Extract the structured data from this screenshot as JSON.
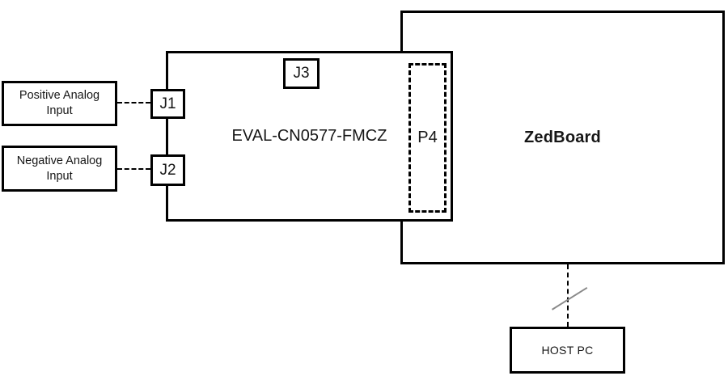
{
  "diagram": {
    "type": "block-diagram",
    "blocks": {
      "positive_input": {
        "label": "Positive Analog Input"
      },
      "negative_input": {
        "label": "Negative Analog Input"
      },
      "j1": {
        "label": "J1"
      },
      "j2": {
        "label": "J2"
      },
      "j3": {
        "label": "J3"
      },
      "eval_board": {
        "label": "EVAL-CN0577-FMCZ"
      },
      "p4": {
        "label": "P4"
      },
      "zedboard": {
        "label": "ZedBoard"
      },
      "host_pc": {
        "label": "HOST PC"
      }
    },
    "connections": [
      {
        "from": "positive_input",
        "to": "j1",
        "style": "dashed"
      },
      {
        "from": "negative_input",
        "to": "j2",
        "style": "dashed"
      },
      {
        "from": "zedboard",
        "to": "host_pc",
        "style": "dashed",
        "marker": "bus-slash"
      }
    ]
  },
  "colors": {
    "background": "#ffffff",
    "line": "#000000",
    "text": "#161616",
    "slash": "#8a8a8a"
  }
}
